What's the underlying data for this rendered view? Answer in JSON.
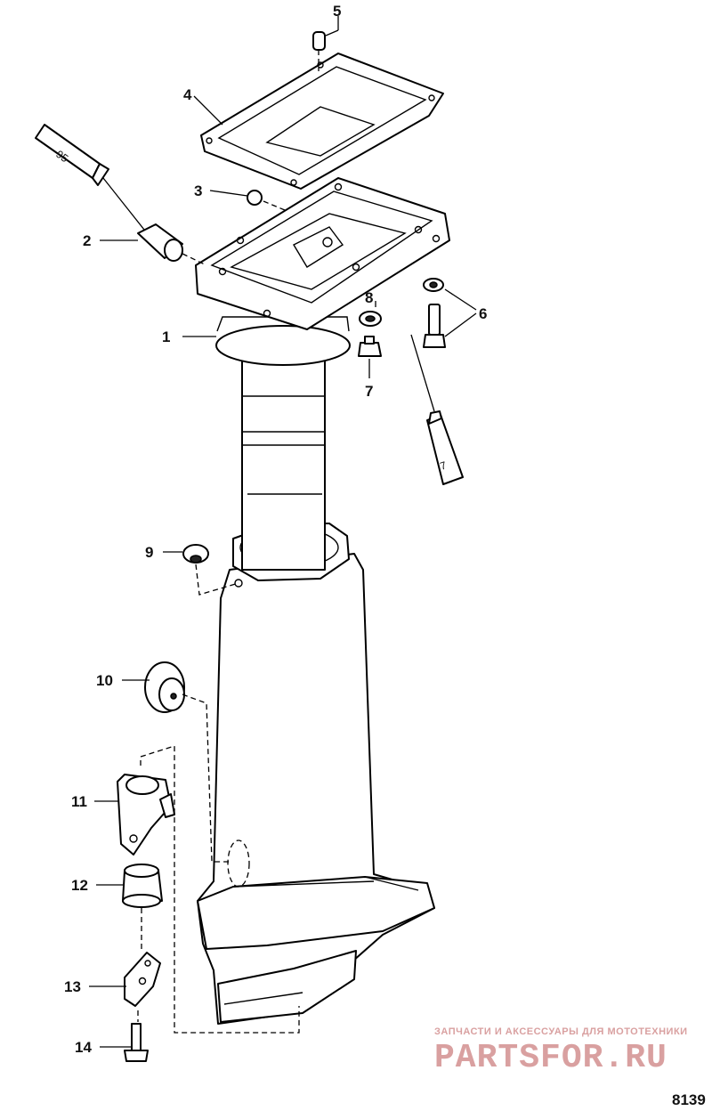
{
  "callouts": [
    "1",
    "2",
    "3",
    "4",
    "5",
    "6",
    "7",
    "7",
    "8",
    "9",
    "10",
    "11",
    "12",
    "13",
    "14"
  ],
  "tubes": {
    "upper": "95",
    "lower": "7"
  },
  "watermark": {
    "top_line": "ЗАПЧАСТИ И АКСЕССУАРЫ ДЛЯ МОТОТЕХНИКИ",
    "logo": "PARTSFOR.RU",
    "color": "#d9a0a0"
  },
  "figure_number": "8139"
}
